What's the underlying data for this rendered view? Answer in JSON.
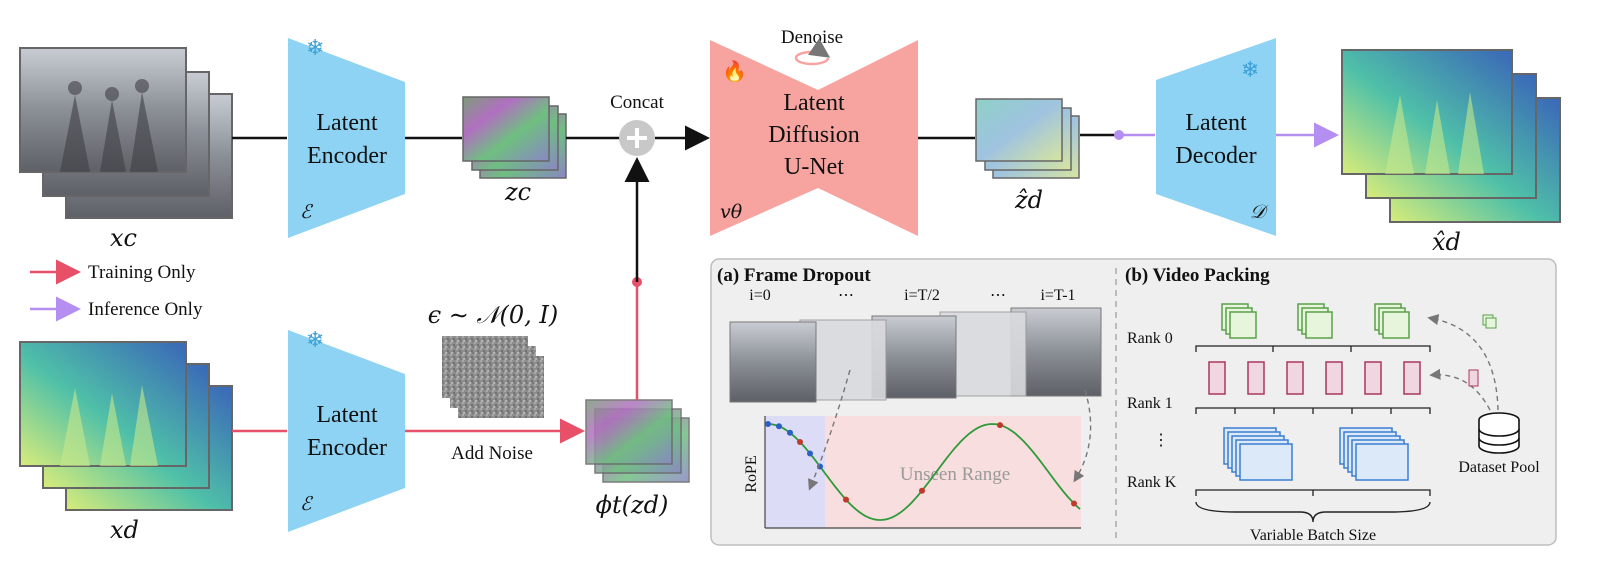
{
  "encoder_top": {
    "line1": "Latent",
    "line2": "Encoder",
    "symbol": "ℰ"
  },
  "encoder_bottom": {
    "line1": "Latent",
    "line2": "Encoder",
    "symbol": "ℰ"
  },
  "unet": {
    "line1": "Latent",
    "line2": "Diffusion",
    "line3": "U-Net",
    "symbol": "vθ",
    "top_label": "Denoise"
  },
  "decoder": {
    "line1": "Latent",
    "line2": "Decoder",
    "symbol": "𝒟"
  },
  "variables": {
    "xc": "xc",
    "zc": "zc",
    "xd": "xd",
    "zd_hat": "ẑd",
    "xd_hat": "x̂d",
    "noise": "ϵ ∼ 𝒩(0, I)",
    "phi": "ϕt(zd)"
  },
  "labels": {
    "concat": "Concat",
    "add_noise": "Add Noise"
  },
  "legend": {
    "training": "Training Only",
    "inference": "Inference Only"
  },
  "frame_dropout": {
    "title": "(a) Frame Dropout",
    "indices": [
      "i=0",
      "⋯",
      "i=T/2",
      "⋯",
      "i=T-1"
    ],
    "ylabel": "RoPE",
    "region_label": "Unseen Range"
  },
  "video_packing": {
    "title": "(b) Video Packing",
    "ranks": [
      "Rank 0",
      "Rank 1",
      "⋮",
      "Rank K"
    ],
    "batch_label": "Variable Batch Size",
    "pool_label": "Dataset Pool"
  },
  "colors": {
    "encoder": "#8fd3f4",
    "unet": "#f7a4a0",
    "training": "#e8506a",
    "inference": "#b48ef0",
    "green": "#5aa04a",
    "maroon": "#a8385e",
    "blue": "#3b7fd0"
  }
}
